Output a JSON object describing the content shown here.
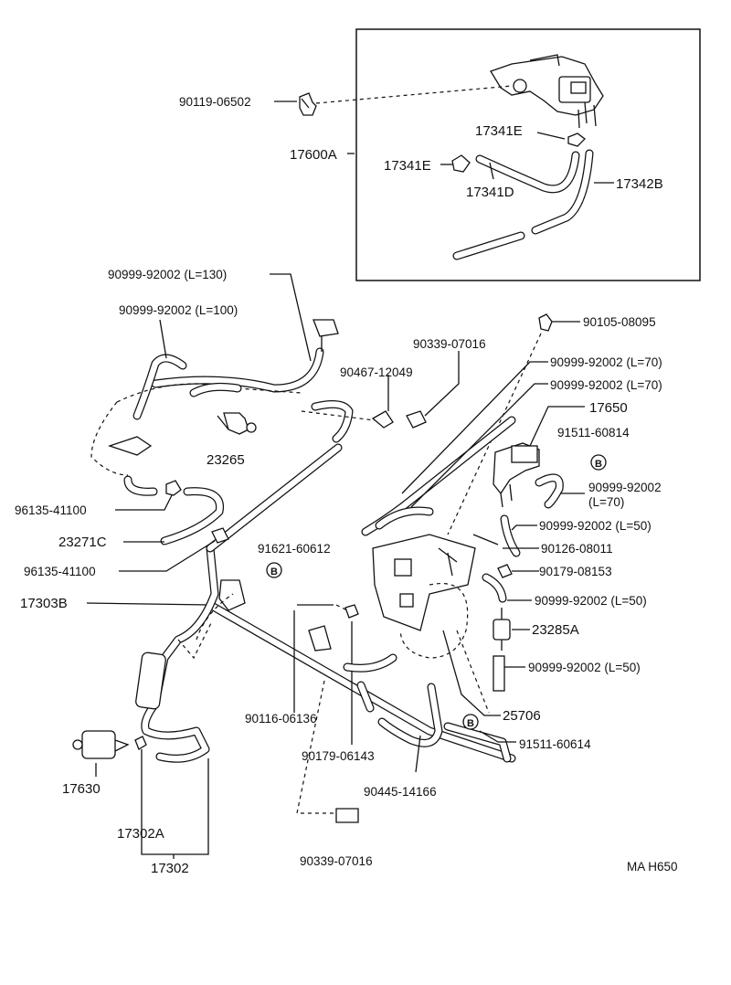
{
  "diagram": {
    "code": "MA H650",
    "labels": {
      "p90119_06502": "90119-06502",
      "p17341E_a": "17341E",
      "p17600A": "17600A",
      "p17341E_b": "17341E",
      "p17341D": "17341D",
      "p17342B": "17342B",
      "hose_L130": "90999-92002 (L=130)",
      "hose_L100": "90999-92002 (L=100)",
      "p90105_08095": "90105-08095",
      "p90339_07016_a": "90339-07016",
      "hose_L70_a": "90999-92002 (L=70)",
      "p90467_12049": "90467-12049",
      "hose_L70_b": "90999-92002 (L=70)",
      "p17650": "17650",
      "p23265": "23265",
      "p91511_60814": "91511-60814",
      "circle_B_1": "B",
      "hose_L70_c_1": "90999-92002",
      "hose_L70_c_2": "(L=70)",
      "p96135_41100_a": "96135-41100",
      "hose_L50_a": "90999-92002 (L=50)",
      "p23271C": "23271C",
      "p90126_08011": "90126-08011",
      "p96135_41100_b": "96135-41100",
      "p91621_60612": "91621-60612",
      "circle_B_2": "B",
      "p90179_08153": "90179-08153",
      "p17303B": "17303B",
      "hose_L50_b": "90999-92002 (L=50)",
      "p23285A": "23285A",
      "hose_L50_c": "90999-92002 (L=50)",
      "p25706": "25706",
      "circle_B_3": "B",
      "p90116_06136": "90116-06136",
      "p91511_60614": "91511-60614",
      "p90179_06143": "90179-06143",
      "p17630": "17630",
      "p90445_14166": "90445-14166",
      "p17302A": "17302A",
      "p17302": "17302",
      "p90339_07016_b": "90339-07016"
    }
  }
}
